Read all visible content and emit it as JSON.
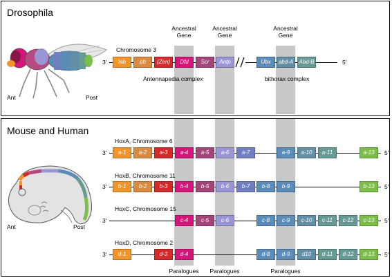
{
  "colors": {
    "orange": "#f0952b",
    "tan": "#d98b42",
    "red": "#d42a2c",
    "magenta": "#d4157a",
    "plum": "#a4457a",
    "lavender": "#9a96d6",
    "slateblue": "#6f7fc0",
    "steelblue": "#5b8cb8",
    "tealblue": "#628fa6",
    "teal": "#679a94",
    "green": "#7dbd4a"
  },
  "top": {
    "title": "Drosophila",
    "headers": [
      [
        "Ancestral",
        "Gene"
      ],
      [
        "Ancestral",
        "Gene"
      ],
      [
        "Ancestral",
        "Gene"
      ]
    ],
    "chromosome_label": "Chromosome 3",
    "end3": "3'",
    "end5": "5'",
    "genes": [
      {
        "name": "lab",
        "color": "orange"
      },
      {
        "name": "pb",
        "color": "tan"
      },
      {
        "name": "(Zen)",
        "color": "red"
      },
      {
        "name": "Dfd",
        "color": "magenta"
      },
      {
        "name": "Scr",
        "color": "plum"
      },
      {
        "name": "Antp",
        "color": "lavender"
      },
      {
        "name": "Ubx",
        "color": "steelblue"
      },
      {
        "name": "abd-A",
        "color": "tealblue"
      },
      {
        "name": "Abd-B",
        "color": "teal"
      }
    ],
    "complexes": [
      "Antennapedia complex",
      "bithorax complex"
    ],
    "axis": {
      "ant": "Ant",
      "post": "Post"
    }
  },
  "bottom": {
    "title": "Mouse and Human",
    "axis": {
      "ant": "Ant",
      "post": "Post"
    },
    "clusters": [
      {
        "label": "HoxA, Chromosome 6",
        "end3": "3'",
        "end5": "5'",
        "genes": [
          "a-1",
          "a-2",
          "a-3",
          "a-4",
          "a-5",
          "a-6",
          "a-7",
          "a-9",
          "a-10",
          "a-11",
          "a-13"
        ]
      },
      {
        "label": "HoxB, Chromosome 11",
        "end3": "3'",
        "end5": "5'",
        "genes": [
          "b-1",
          "b-2",
          "b-3",
          "b-4",
          "b-5",
          "b-6",
          "b-7",
          "b-8",
          "b-9",
          "b-13"
        ]
      },
      {
        "label": "HoxC, Chromosome 15",
        "end3": "3'",
        "end5": "5'",
        "genes": [
          "c-4",
          "c-5",
          "c-6",
          "c-8",
          "c-9",
          "c-10",
          "c-11",
          "c-12",
          "c-13"
        ]
      },
      {
        "label": "HoxD, Chromosome 2",
        "end3": "3'",
        "end5": "5'",
        "genes": [
          "d-1",
          "d-3",
          "d-4",
          "d-8",
          "d-9",
          "d10",
          "d-11",
          "d-12",
          "d-13"
        ]
      }
    ],
    "footers": [
      "Paralogues",
      "Paralogues",
      "Paralogues"
    ]
  }
}
